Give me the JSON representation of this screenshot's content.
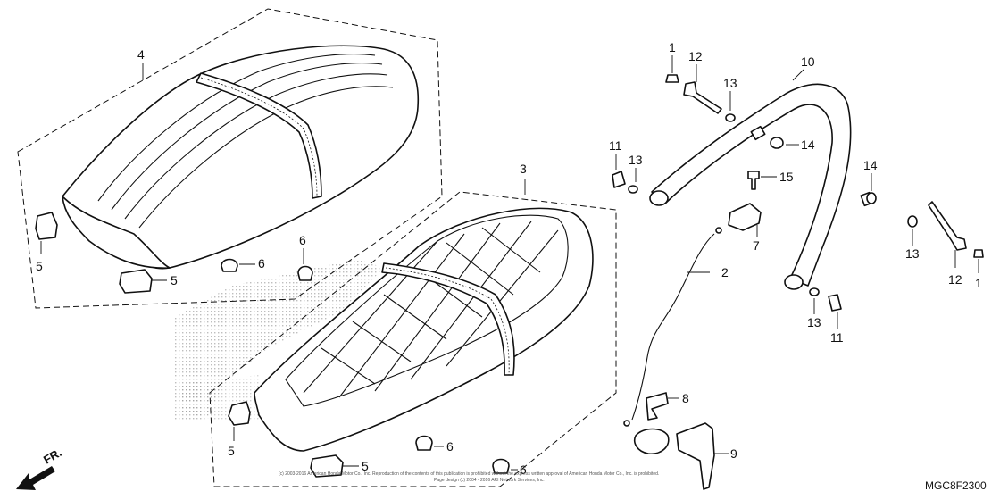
{
  "diagram": {
    "code": "MGC8F2300",
    "front_label": "FR.",
    "copyright_line1": "(c) 2003-2016 American Honda Motor Co., Inc. Reproduction of the contents of this publication is prohibited without the express written approval of American Honda Motor Co., Inc. is prohibited.",
    "copyright_line2": "Page design (c) 2004 - 2016 ARI Network Services, Inc.",
    "callouts": {
      "c1a": "1",
      "c1b": "1",
      "c2": "2",
      "c3": "3",
      "c4": "4",
      "c5a": "5",
      "c5b": "5",
      "c5c": "5",
      "c5d": "5",
      "c6a": "6",
      "c6b": "6",
      "c6c": "6",
      "c6d": "6",
      "c7": "7",
      "c8": "8",
      "c9": "9",
      "c10": "10",
      "c11a": "11",
      "c11b": "11",
      "c12a": "12",
      "c12b": "12",
      "c13a": "13",
      "c13b": "13",
      "c13c": "13",
      "c13d": "13",
      "c14a": "14",
      "c14b": "14",
      "c15": "15"
    }
  }
}
